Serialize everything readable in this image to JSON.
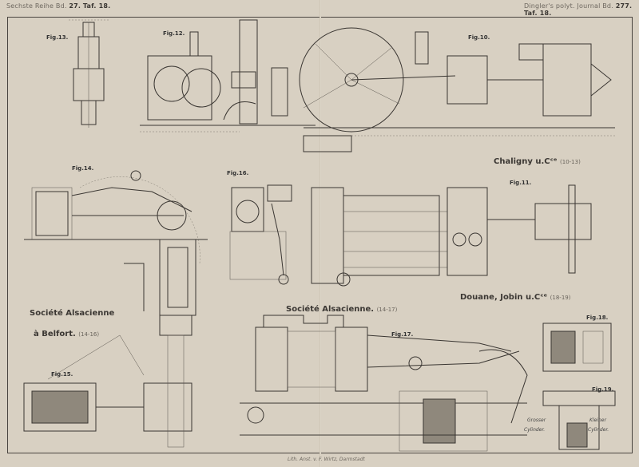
{
  "header": {
    "left_prefix": "Sechste Reihe Bd.",
    "left_volume": "27.",
    "left_plate": "Taf. 18.",
    "right_prefix": "Dingler's polyt. Journal Bd.",
    "right_volume": "277.",
    "right_plate": "Taf. 18."
  },
  "figures": {
    "fig10": "Fig.10.",
    "fig11": "Fig.11.",
    "fig12": "Fig.12.",
    "fig13": "Fig.13.",
    "fig14": "Fig.14.",
    "fig15": "Fig.15.",
    "fig16": "Fig.16.",
    "fig17": "Fig.17.",
    "fig18": "Fig.18.",
    "fig19": "Fig.19."
  },
  "makers": {
    "chaligny": "Chaligny u.Cᶜᵉ",
    "chaligny_range": "(10-13)",
    "douane": "Douane, Jobin u.Cᶜᵉ",
    "douane_range": "(18-19)",
    "alsacienne_left_line1": "Société Alsacienne",
    "alsacienne_left_line2": "à Belfort.",
    "alsacienne_left_range": "(14-16)",
    "alsacienne_center": "Société Alsacienne.",
    "alsacienne_center_range": "(14-17)"
  },
  "notes": {
    "grosser": "Grosser",
    "grosser_cyl": "Cylinder.",
    "kleiner": "Kleiner",
    "kleiner_cyl": "Cylinder."
  },
  "credit": "Lith. Anst. v. F. Wirtz, Darmstadt"
}
